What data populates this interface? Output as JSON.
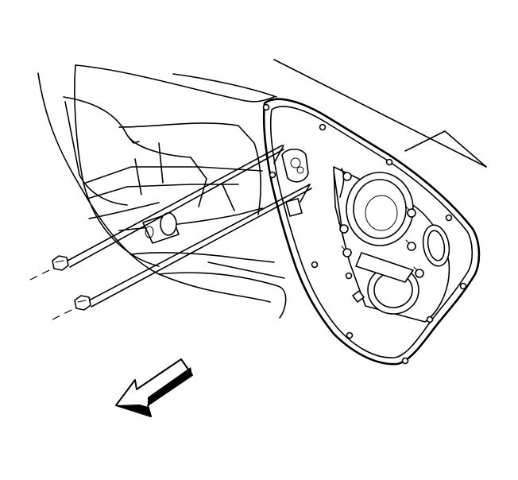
{
  "diagram": {
    "description_visible_text": "",
    "colors": {
      "line": "#000000",
      "background": "#ffffff",
      "arrow_fill": "#000000"
    },
    "parts": [
      "door-inner-panel",
      "water-deflector-opening",
      "window-regulator-module-panel",
      "speaker-opening",
      "module-bolt",
      "mounting-nut",
      "mounting-stud",
      "front-direction-arrow"
    ]
  }
}
